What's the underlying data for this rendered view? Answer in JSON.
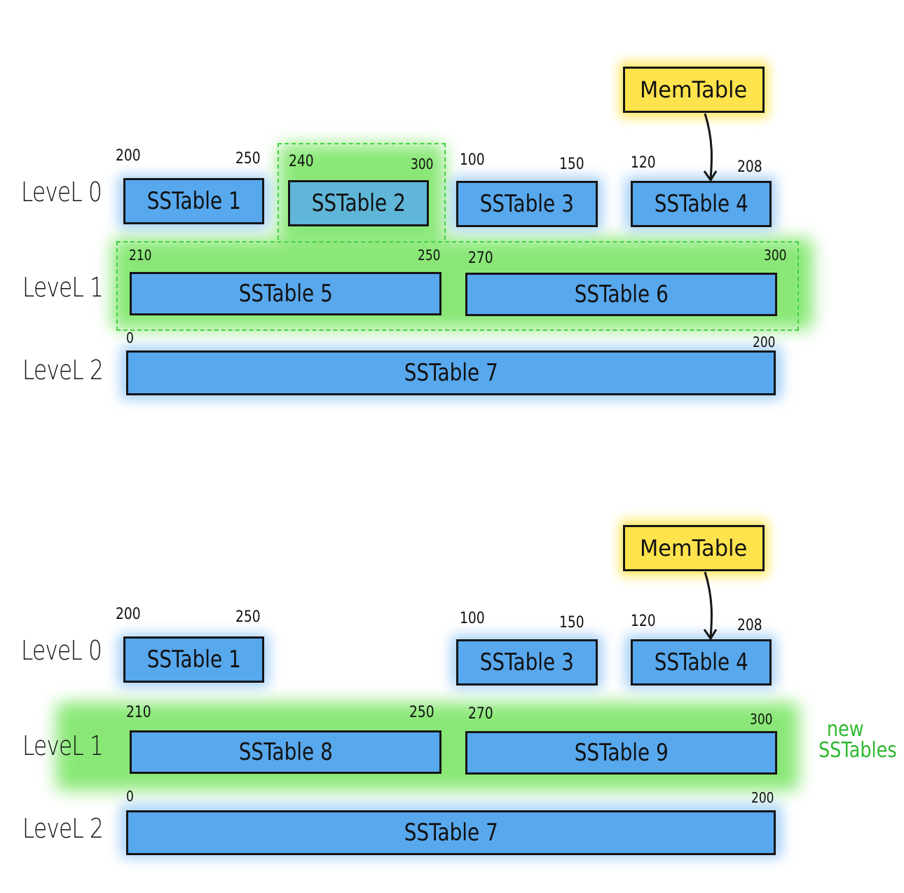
{
  "diagram": "LSM tree compaction (leveled)",
  "colors": {
    "sstable_fill": "#58a8ee",
    "memtable_fill": "#ffe34c",
    "highlight_green": "#63e04a",
    "note_green": "#2fb82f",
    "stroke": "#161616"
  },
  "panels": [
    {
      "name": "before-compaction",
      "memtable": {
        "label": "MemTable",
        "flushes_to": "SSTable 4"
      },
      "levels": [
        {
          "label": "LeveL 0",
          "sstables": [
            {
              "label": "SSTable 1",
              "min_key": "200",
              "max_key": "250",
              "highlighted": false
            },
            {
              "label": "SSTable 2",
              "min_key": "240",
              "max_key": "300",
              "highlighted": true
            },
            {
              "label": "SSTable 3",
              "min_key": "100",
              "max_key": "150",
              "highlighted": false
            },
            {
              "label": "SSTable 4",
              "min_key": "120",
              "max_key": "208",
              "highlighted": false
            }
          ]
        },
        {
          "label": "LeveL 1",
          "highlighted": true,
          "sstables": [
            {
              "label": "SSTable 5",
              "min_key": "210",
              "max_key": "250",
              "highlighted": true
            },
            {
              "label": "SSTable 6",
              "min_key": "270",
              "max_key": "300",
              "highlighted": true
            }
          ]
        },
        {
          "label": "LeveL 2",
          "sstables": [
            {
              "label": "SSTable 7",
              "min_key": "0",
              "max_key": "200",
              "highlighted": false
            }
          ]
        }
      ]
    },
    {
      "name": "after-compaction",
      "memtable": {
        "label": "MemTable",
        "flushes_to": "SSTable 4"
      },
      "note": {
        "line1": "new",
        "line2": "SSTables"
      },
      "levels": [
        {
          "label": "LeveL 0",
          "sstables": [
            {
              "label": "SSTable 1",
              "min_key": "200",
              "max_key": "250",
              "highlighted": false
            },
            {
              "label": "SSTable 3",
              "min_key": "100",
              "max_key": "150",
              "highlighted": false
            },
            {
              "label": "SSTable 4",
              "min_key": "120",
              "max_key": "208",
              "highlighted": false
            }
          ]
        },
        {
          "label": "LeveL 1",
          "highlighted": true,
          "sstables": [
            {
              "label": "SSTable 8",
              "min_key": "210",
              "max_key": "250",
              "highlighted": true
            },
            {
              "label": "SSTable 9",
              "min_key": "270",
              "max_key": "300",
              "highlighted": true
            }
          ]
        },
        {
          "label": "LeveL 2",
          "sstables": [
            {
              "label": "SSTable 7",
              "min_key": "0",
              "max_key": "200",
              "highlighted": false
            }
          ]
        }
      ]
    }
  ]
}
